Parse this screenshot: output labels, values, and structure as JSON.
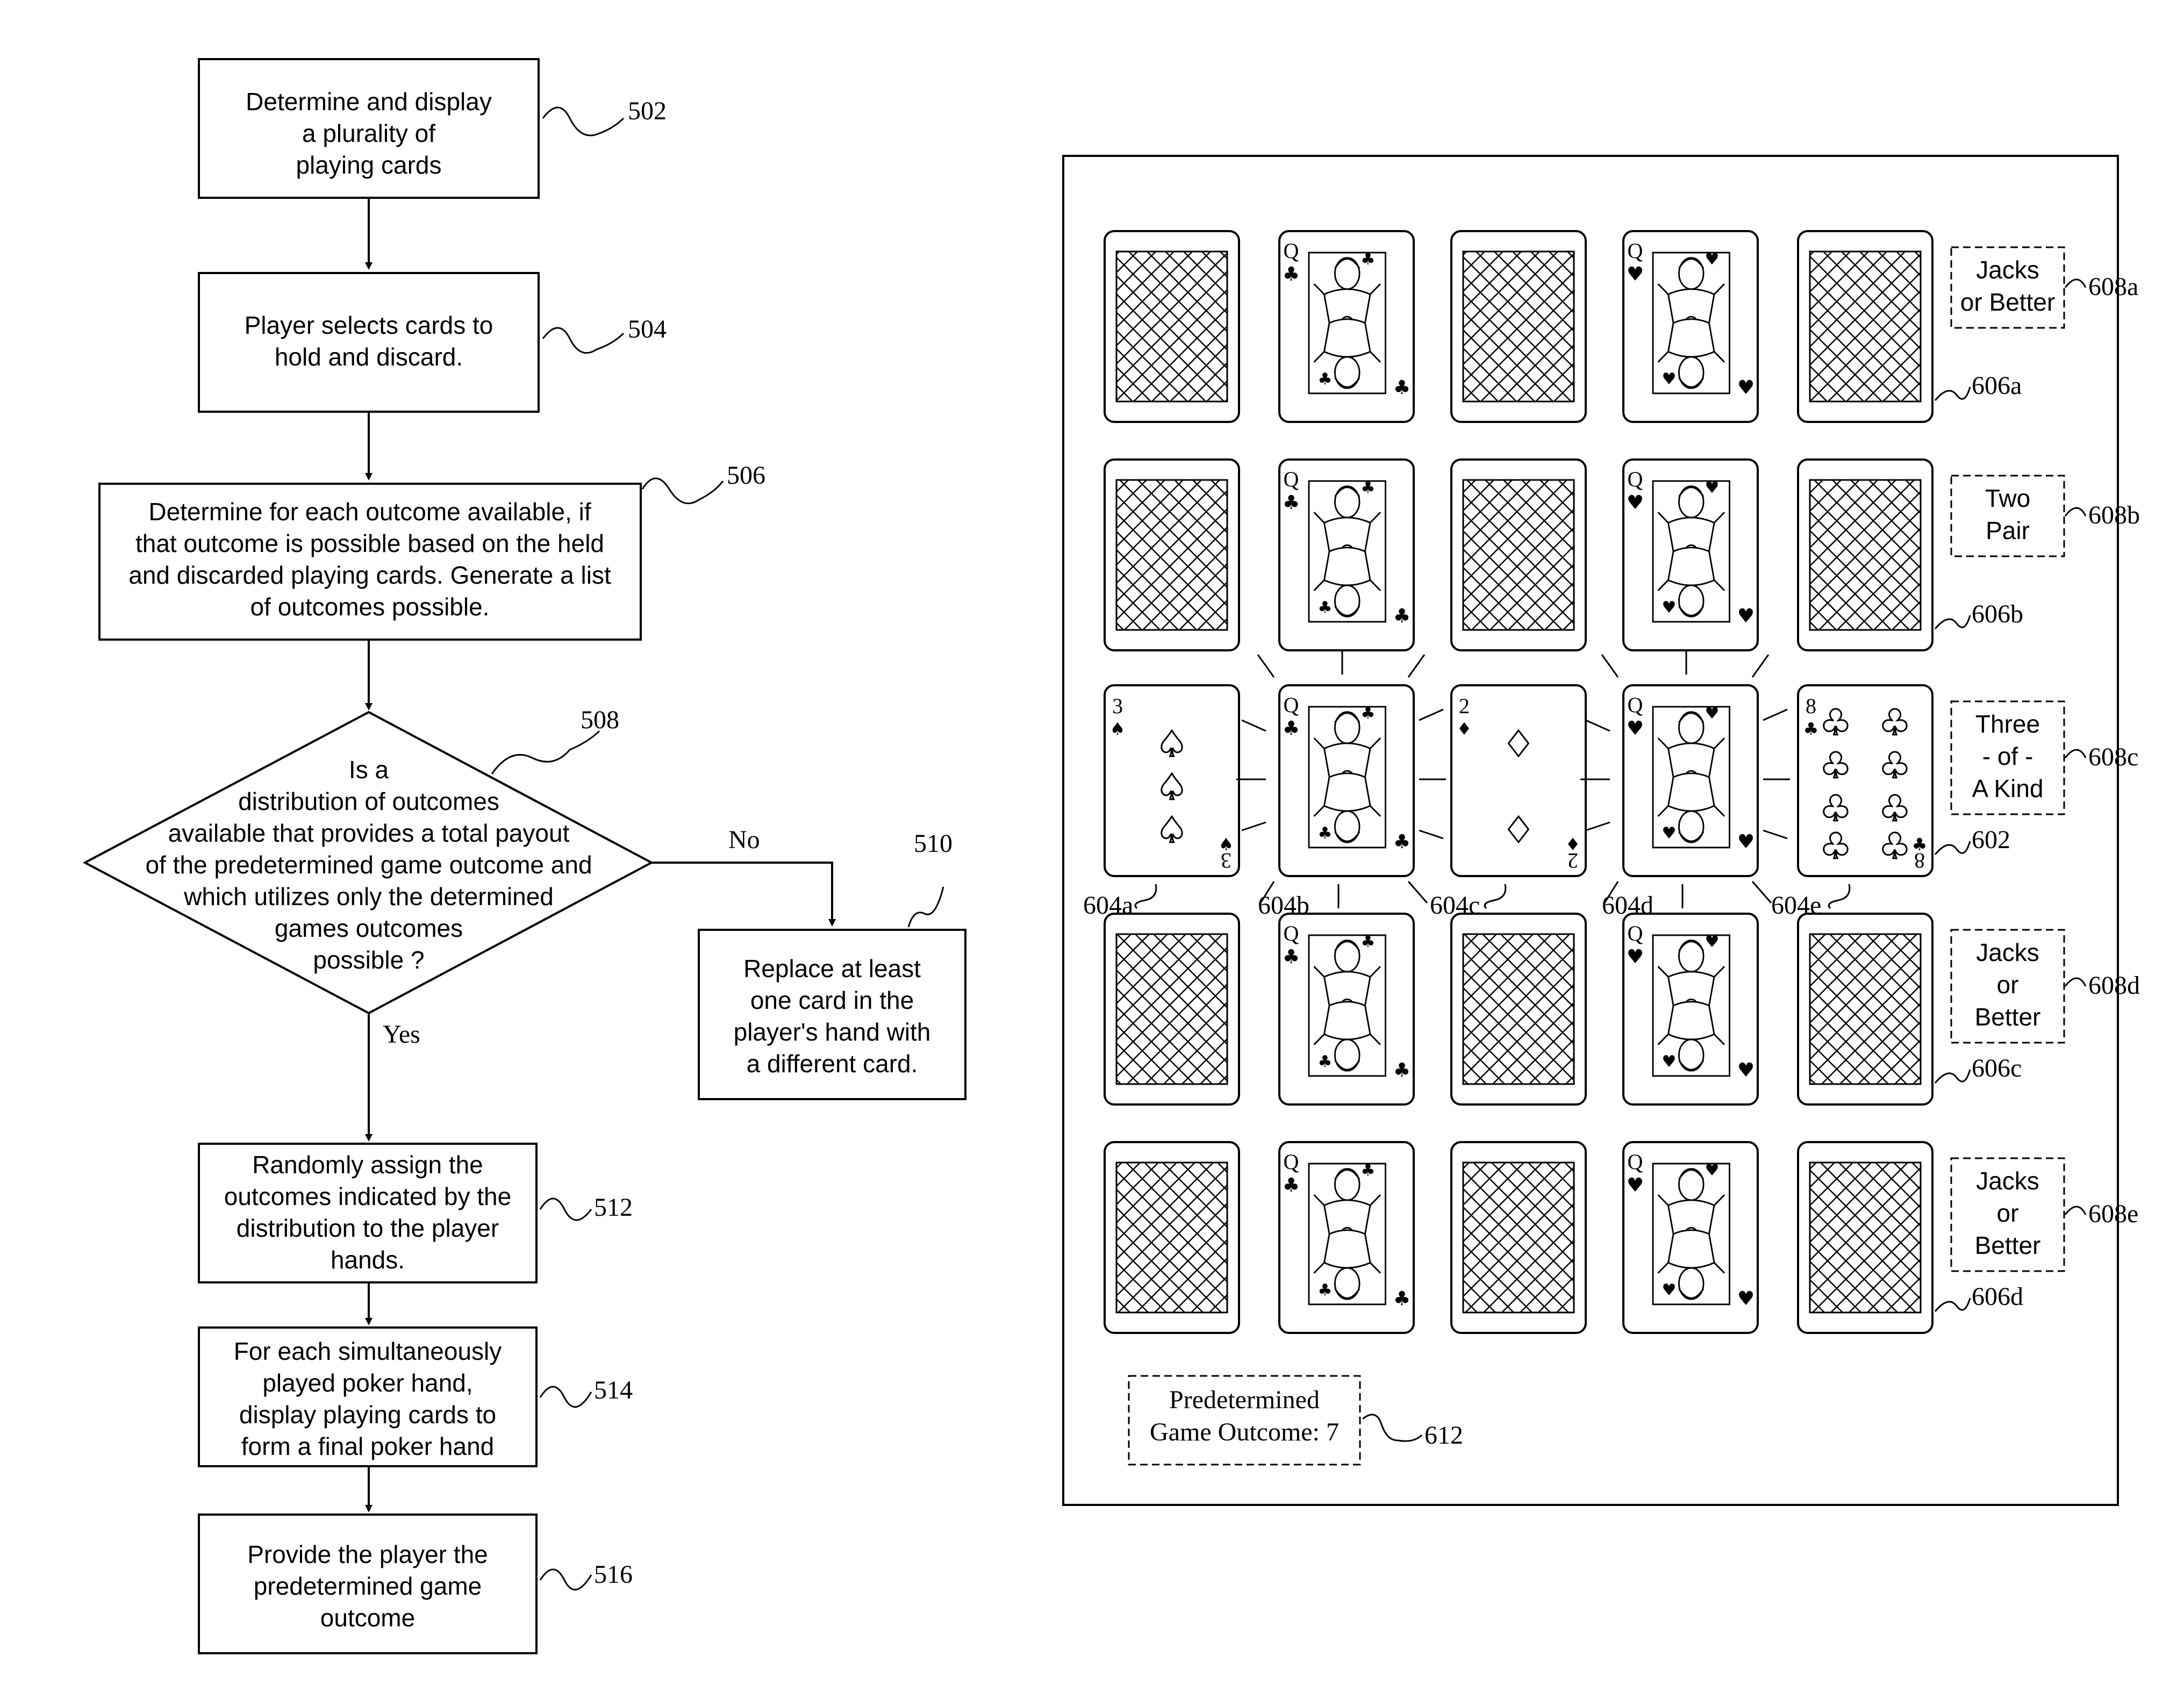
{
  "flowchart": {
    "step_502": {
      "lines": [
        "Determine and display",
        "a plurality of",
        "playing cards"
      ],
      "ref": "502"
    },
    "step_504": {
      "lines": [
        "Player selects cards to",
        "hold and discard."
      ],
      "ref": "504"
    },
    "step_506": {
      "lines": [
        "Determine for each outcome available, if",
        "that outcome is possible based on the held",
        "and discarded playing cards. Generate a list",
        "of outcomes possible."
      ],
      "ref": "506"
    },
    "step_508": {
      "lines": [
        "Is a",
        "distribution of outcomes",
        "available that provides a total payout",
        "of the predetermined game outcome and",
        "which utilizes only the determined",
        "games outcomes",
        "possible ?"
      ],
      "ref": "508"
    },
    "no_label": "No",
    "yes_label": "Yes",
    "step_510": {
      "lines": [
        "Replace at least",
        "one card in the",
        "player's hand with",
        "a different card."
      ],
      "ref": "510"
    },
    "step_512": {
      "lines": [
        "Randomly assign the",
        "outcomes indicated by the",
        "distribution to the player",
        "hands."
      ],
      "ref": "512"
    },
    "step_514": {
      "lines": [
        "For each simultaneously",
        "played poker hand,",
        "display playing cards to",
        "form a final poker hand"
      ],
      "ref": "514"
    },
    "step_516": {
      "lines": [
        "Provide the player the",
        "predetermined game",
        "outcome"
      ],
      "ref": "516"
    }
  },
  "display": {
    "rows": [
      {
        "outcome_lines": [
          "Jacks",
          "or Better"
        ],
        "outcome_ref": "608a",
        "hand_ref": "606a",
        "cards": [
          "back",
          "Q♣",
          "back",
          "Q♥",
          "back"
        ]
      },
      {
        "outcome_lines": [
          "Two",
          "Pair"
        ],
        "outcome_ref": "608b",
        "hand_ref": "606b",
        "cards": [
          "back",
          "Q♣",
          "back",
          "Q♥",
          "back"
        ]
      },
      {
        "outcome_lines": [
          "Three",
          "- of -",
          "A Kind"
        ],
        "outcome_ref": "608c",
        "hand_ref": "602",
        "cards": [
          "3♠",
          "Q♣",
          "2♦",
          "Q♥",
          "8♣"
        ]
      },
      {
        "outcome_lines": [
          "Jacks",
          "or",
          "Better"
        ],
        "outcome_ref": "608d",
        "hand_ref": "606c",
        "cards": [
          "back",
          "Q♣",
          "back",
          "Q♥",
          "back"
        ]
      },
      {
        "outcome_lines": [
          "Jacks",
          "or",
          "Better"
        ],
        "outcome_ref": "608e",
        "hand_ref": "606d",
        "cards": [
          "back",
          "Q♣",
          "back",
          "Q♥",
          "back"
        ]
      }
    ],
    "card_refs": [
      "604a",
      "604b",
      "604c",
      "604d",
      "604e"
    ],
    "card_ranks": {
      "three": "3",
      "two": "2",
      "eight": "8",
      "queen": "Q"
    },
    "suits": {
      "spade": "♠",
      "diamond": "♦",
      "club": "♣",
      "heart": "♥"
    },
    "predetermined": {
      "lines": [
        "Predetermined",
        "Game Outcome: 7"
      ],
      "ref": "612"
    }
  }
}
